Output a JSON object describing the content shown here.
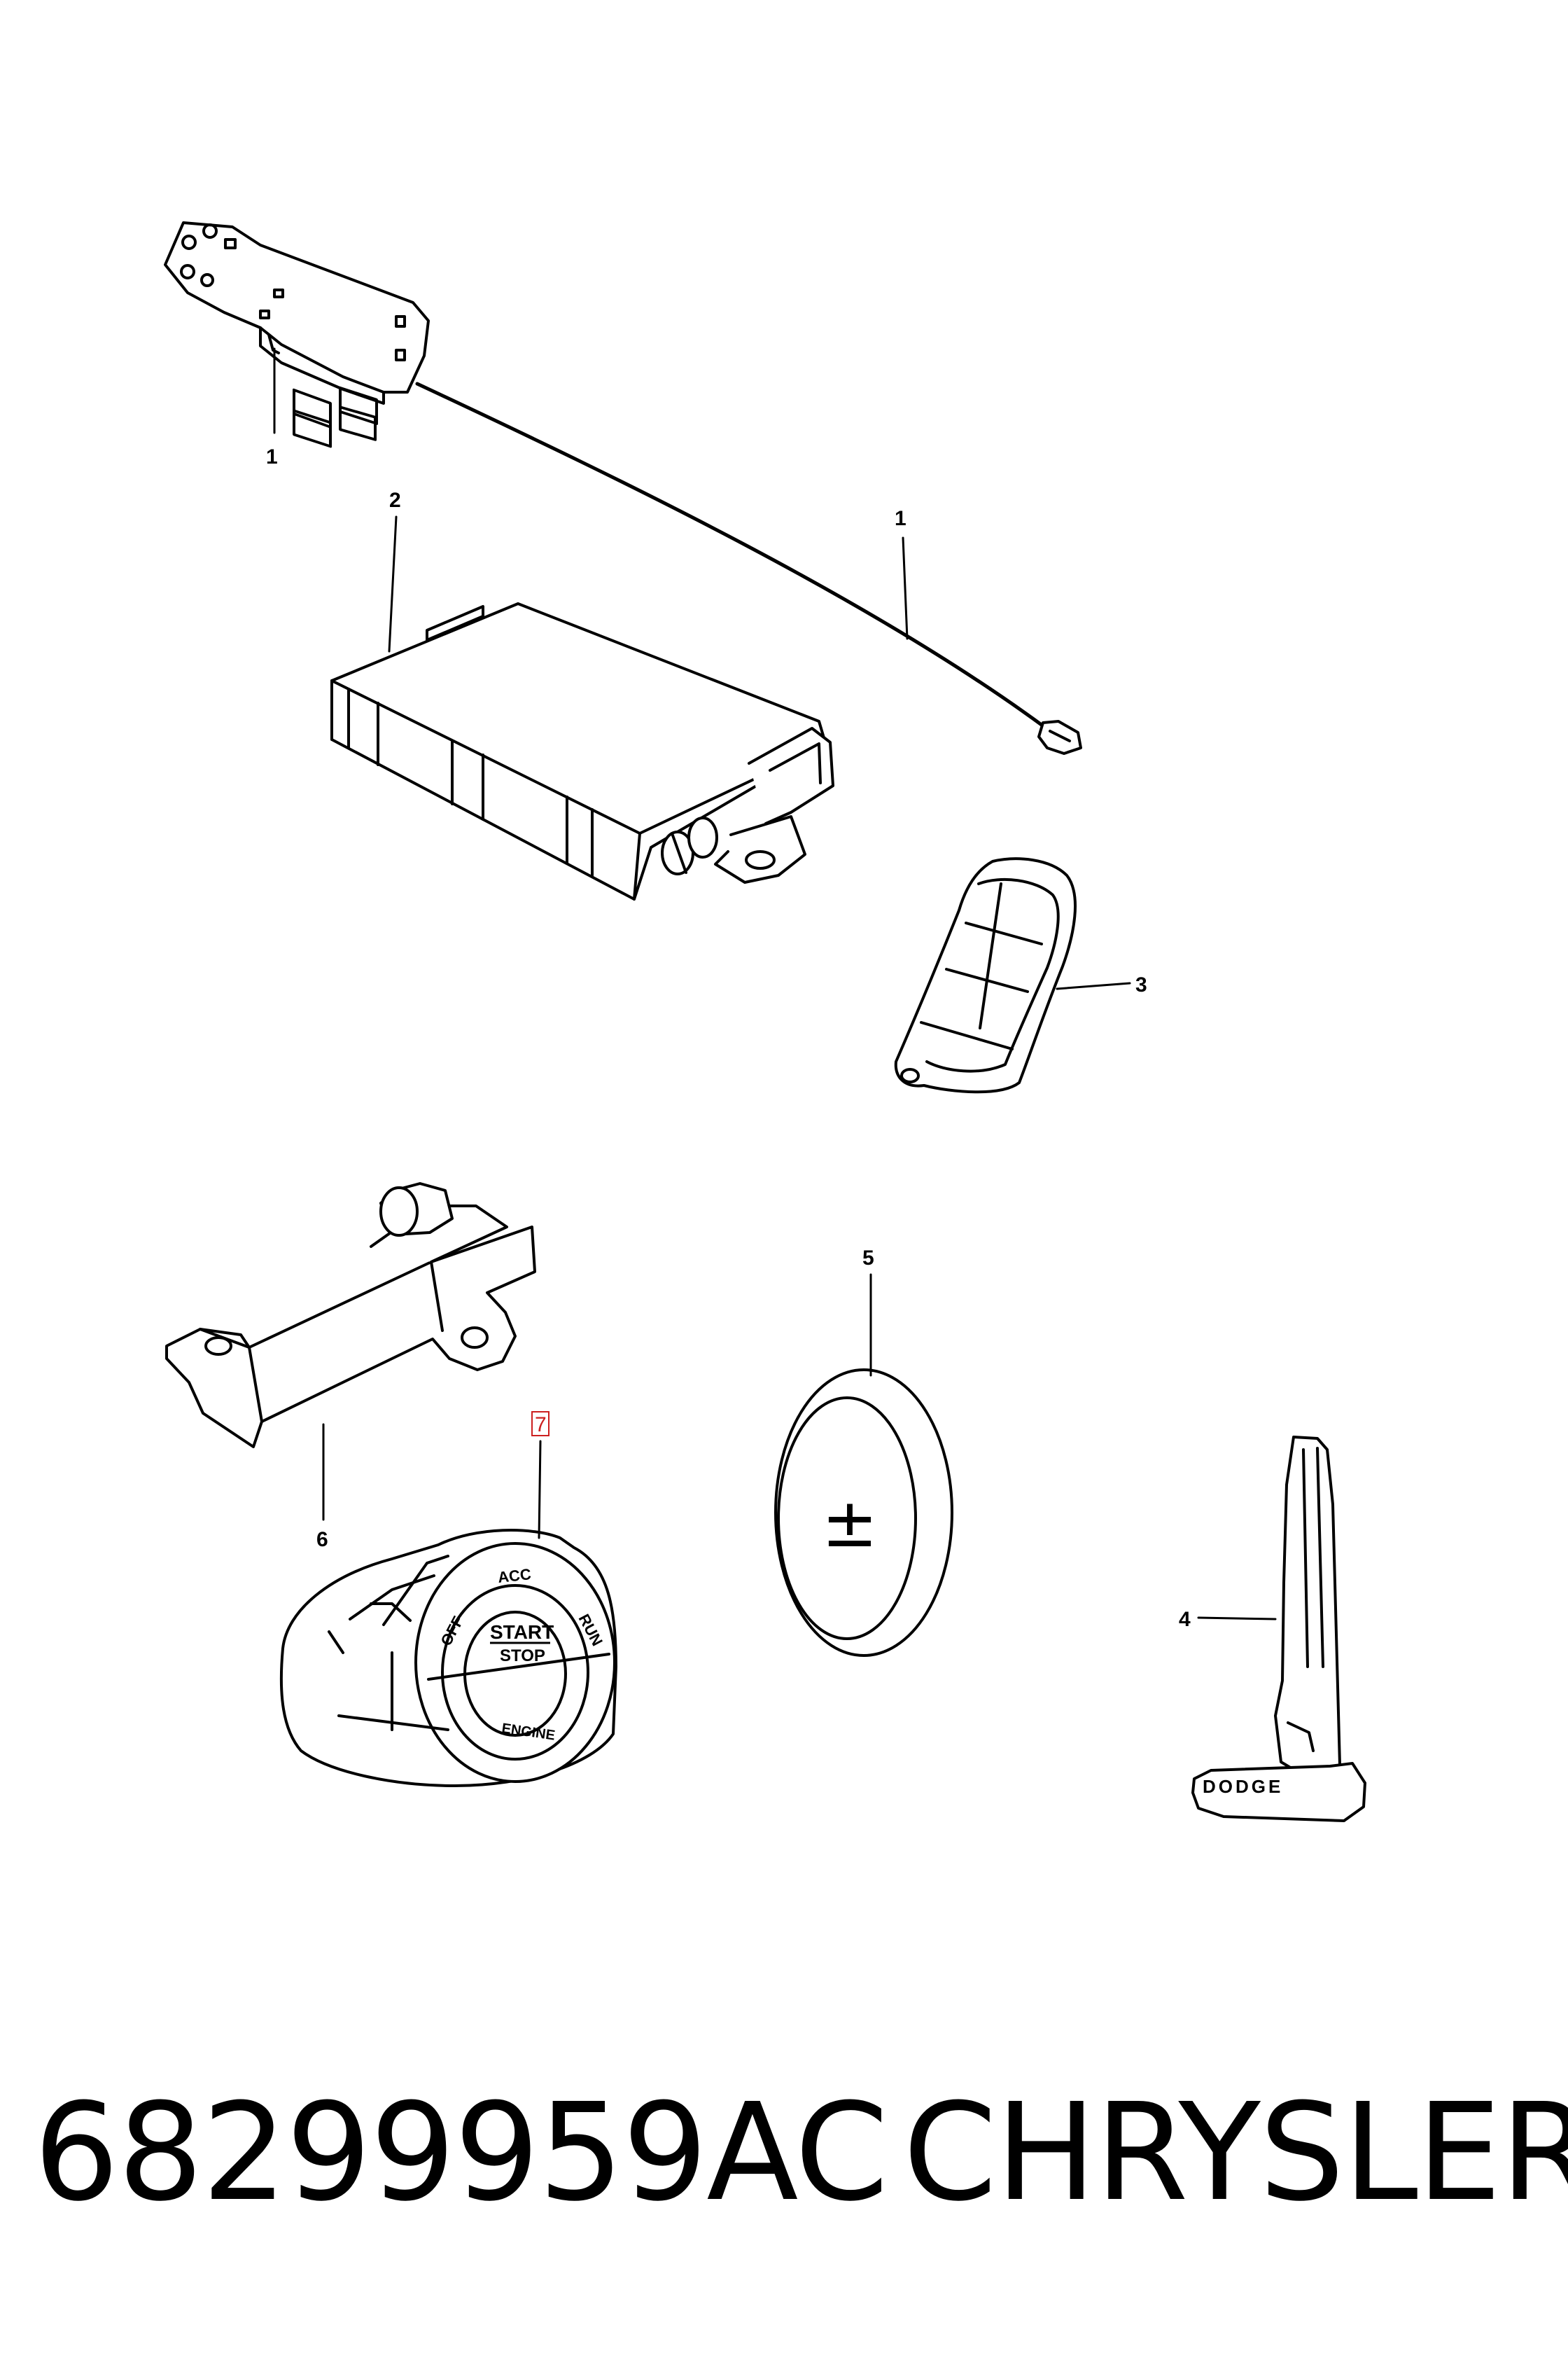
{
  "callouts": {
    "c1a": "1",
    "c1b": "1",
    "c2": "2",
    "c3": "3",
    "c4": "4",
    "c5": "5",
    "c6": "6",
    "c7": "7"
  },
  "switch_labels": {
    "acc": "ACC",
    "run": "RUN",
    "off": "OFF",
    "start": "START",
    "stop": "STOP",
    "engine": "ENGINE"
  },
  "key_brand": "DODGE",
  "battery_symbol": "±",
  "footer": {
    "part_number": "68299959AC",
    "brand": "CHRYSLER"
  },
  "colors": {
    "line": "#000000",
    "highlight": "#cc1f1f",
    "background": "#ffffff"
  }
}
